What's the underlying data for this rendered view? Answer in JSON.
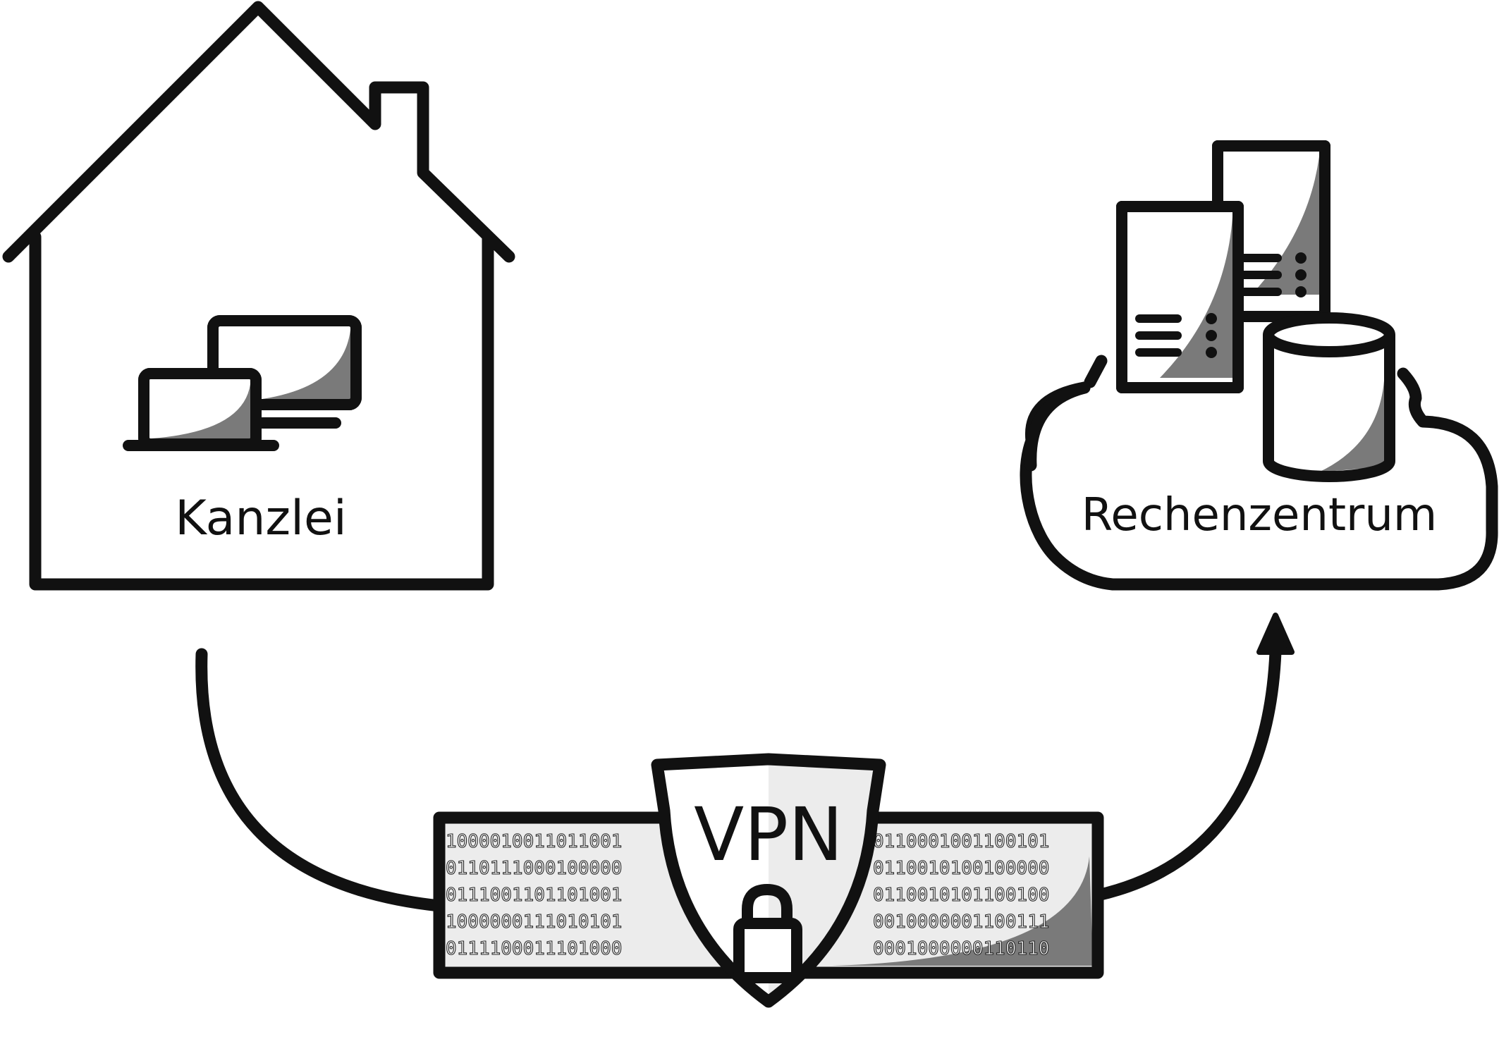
{
  "office": {
    "label": "Kanzlei"
  },
  "datacenter": {
    "label": "Rechenzentrum"
  },
  "vpn": {
    "label": "VPN",
    "left_bits": [
      "1000010011011001",
      "0110111000100000",
      "0111001101101001",
      "1000000111010101",
      "0111100011101000"
    ],
    "right_bits": [
      "0110001001100101",
      "0110010100100000",
      "0110010101100100",
      "0010000001100111",
      "0001000000110110"
    ]
  },
  "colors": {
    "stroke": "#111111",
    "shade": "#7a7a7a",
    "light": "#ececec",
    "background": "#ffffff"
  },
  "icons": [
    "house-icon",
    "monitor-icon",
    "laptop-icon",
    "server-icon",
    "database-icon",
    "cloud-icon",
    "shield-icon",
    "lock-icon",
    "arrow-icon"
  ]
}
